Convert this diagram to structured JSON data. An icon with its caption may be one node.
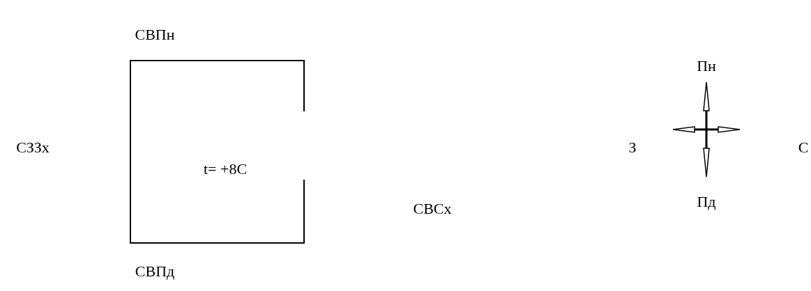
{
  "diagram": {
    "nodes": [
      {
        "text": [
          "t= +8C"
        ]
      }
    ],
    "edges": [],
    "labels": [
      "СВПн",
      "Пн",
      "СЗЗх",
      "З",
      "С",
      "СВСх",
      "Пд",
      "СВПд"
    ]
  }
}
